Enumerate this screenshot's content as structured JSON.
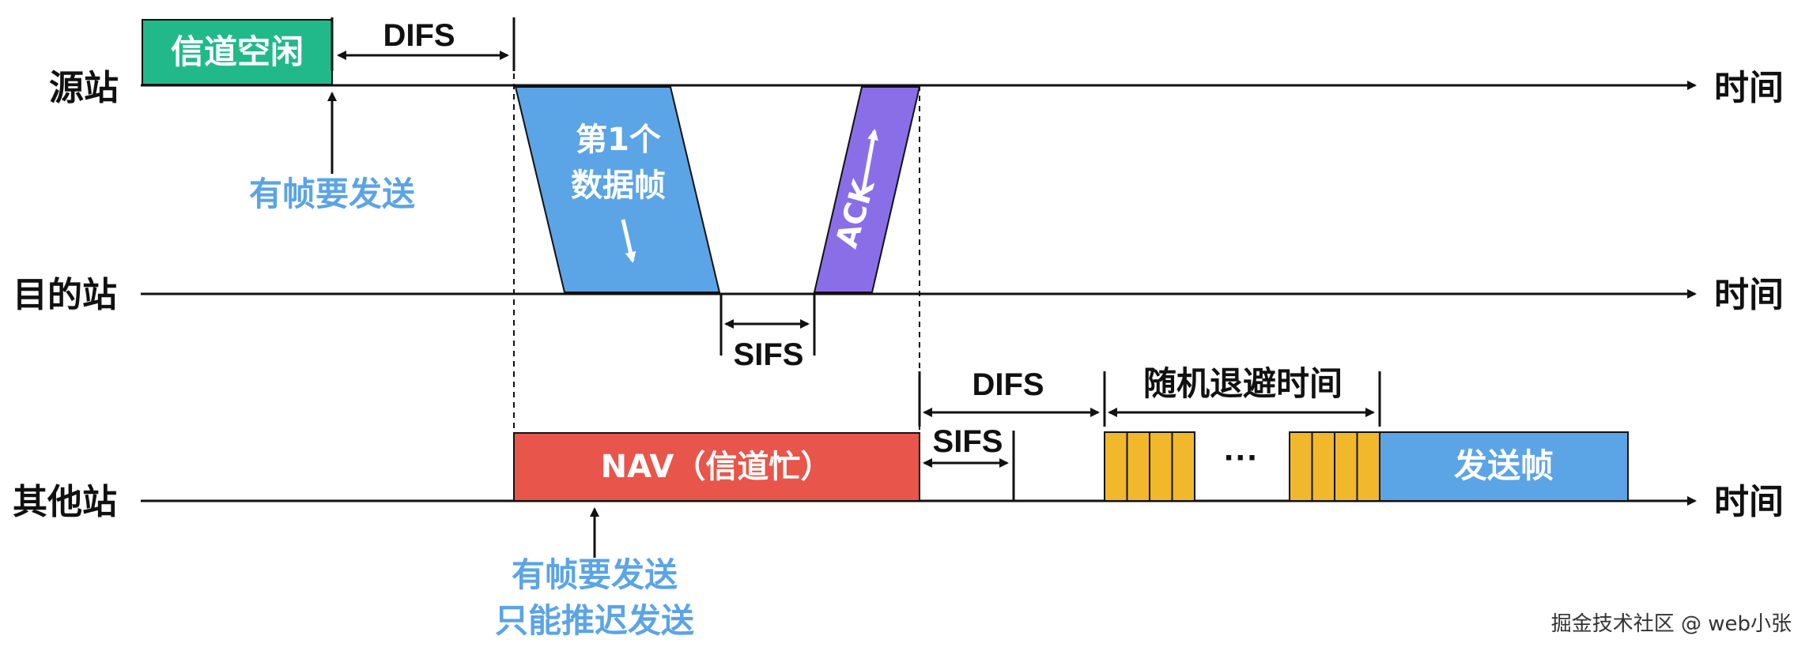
{
  "rows": {
    "source": "源站",
    "destination": "目的站",
    "others": "其他站"
  },
  "time_label": "时间",
  "source_row": {
    "idle_box": "信道空闲",
    "difs": "DIFS",
    "note": "有帧要发送"
  },
  "frames": {
    "data_frame_line1": "第1个",
    "data_frame_line2": "数据帧",
    "ack": "ACK",
    "sifs": "SIFS"
  },
  "others_row": {
    "nav_box": "NAV（信道忙）",
    "difs": "DIFS",
    "sifs": "SIFS",
    "backoff": "随机退避时间",
    "ellipsis": "···",
    "send_box": "发送帧",
    "note_line1": "有帧要发送",
    "note_line2": "只能推迟发送"
  },
  "watermark": "掘金技术社区 @ web小张",
  "colors": {
    "idle": "#22b98a",
    "data_frame": "#5ba4e6",
    "ack": "#8a6ee8",
    "nav": "#e8554a",
    "backoff_slot": "#f0b82a",
    "send_frame": "#5ba4e6",
    "note_text": "#5ba4e6"
  }
}
